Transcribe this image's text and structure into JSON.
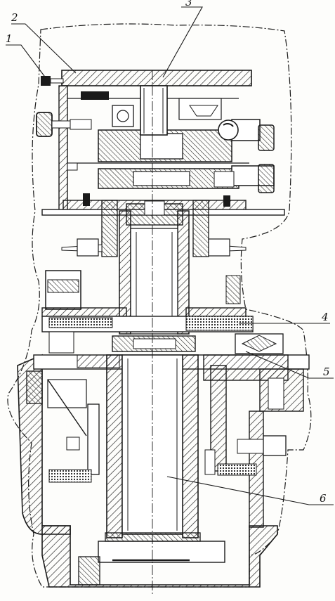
{
  "drawing": {
    "callouts": [
      "1",
      "2",
      "3",
      "4",
      "5",
      "6"
    ],
    "ink_color": "#1a1a1a",
    "paper_color": "#fdfdfb"
  }
}
